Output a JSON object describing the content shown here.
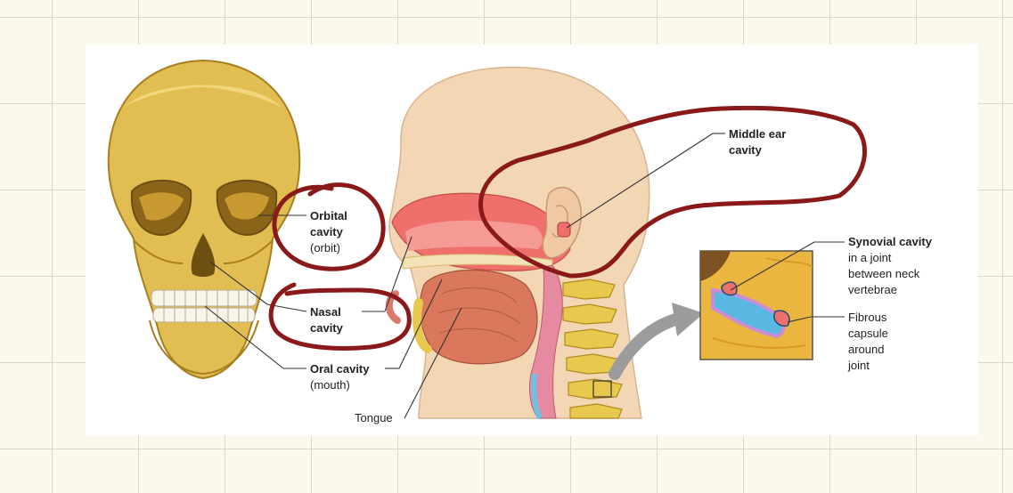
{
  "labels": {
    "orbital_title": "Orbital",
    "orbital_title2": "cavity",
    "orbital_sub": "(orbit)",
    "nasal_title": "Nasal",
    "nasal_title2": "cavity",
    "oral_title": "Oral cavity",
    "oral_sub": "(mouth)",
    "tongue": "Tongue",
    "middle_ear_title": "Middle ear",
    "middle_ear_title2": "cavity",
    "synovial_title": "Synovial cavity",
    "synovial_sub1": "in a joint",
    "synovial_sub2": "between neck",
    "synovial_sub3": "vertebrae",
    "fibrous_1": "Fibrous",
    "fibrous_2": "capsule",
    "fibrous_3": "around",
    "fibrous_4": "joint"
  },
  "colors": {
    "bone": "#e2be52",
    "bone_dark": "#b98d23",
    "skin": "#f3d6b4",
    "tissue_red": "#ee6f6b",
    "tongue": "#d9785c",
    "synovial_blue": "#59b7e0",
    "pen_annotation": "#8a1a1a"
  }
}
